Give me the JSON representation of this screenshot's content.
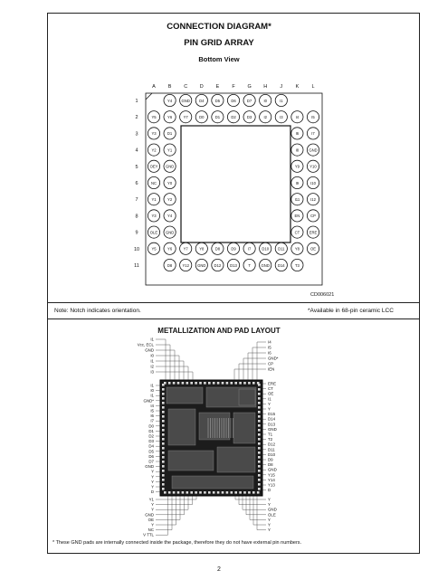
{
  "header": {
    "title": "CONNECTION DIAGRAM*",
    "subtitle": "PIN GRID ARRAY",
    "view": "Bottom View"
  },
  "grid": {
    "columns": [
      "A",
      "B",
      "C",
      "D",
      "E",
      "F",
      "G",
      "H",
      "J",
      "K",
      "L"
    ],
    "rows": [
      "1",
      "2",
      "3",
      "4",
      "5",
      "6",
      "7",
      "8",
      "9",
      "10",
      "11"
    ],
    "row1": [
      "Y4",
      "GND",
      "D4",
      "D5",
      "D6",
      "D7",
      "I0",
      "I1"
    ],
    "row2": [
      "Y5",
      "Y6",
      "Y7",
      "D0",
      "D1",
      "D2",
      "D3",
      "I2",
      "I3",
      "I4",
      "I5"
    ],
    "row3": [
      "Y3",
      "D1"
    ],
    "row4": [
      "Y2",
      "Y1"
    ],
    "row5": [
      "OEY",
      "GND"
    ],
    "row6": [
      "NC",
      "Y0"
    ],
    "row7": [
      "Y1",
      "Y2"
    ],
    "row8": [
      "Y3",
      "Y4"
    ],
    "row9": [
      "OLE",
      "GND"
    ],
    "row10": [
      "Y5",
      "Y6",
      "Y7",
      "Y8",
      "D8",
      "D9",
      "I7",
      "D10",
      "D11",
      "Y8",
      "OE"
    ],
    "row11": [
      "D8",
      "Y12",
      "GND",
      "D12",
      "D13",
      "T",
      "GND",
      "D14",
      "T3"
    ],
    "right3": [
      "I6",
      "I7"
    ],
    "right4": [
      "I8",
      "GND"
    ],
    "right5": [
      "Y9",
      "Y10"
    ],
    "right6": [
      "I9",
      "I10"
    ],
    "right7": [
      "I11",
      "I12"
    ],
    "right8": [
      "EN",
      "CP"
    ],
    "right9": [
      "CT",
      "ERE"
    ],
    "diagram_code": "CD006021"
  },
  "notes": {
    "notch": "Note: Notch indicates orientation.",
    "available": "*Available in 68-pin ceramic LCC"
  },
  "metallization": {
    "title": "METALLIZATION AND PAD LAYOUT",
    "top_left_labels": [
      "I1",
      "Vcc, ECL",
      "GND",
      "I0",
      "I1",
      "I2",
      "I3"
    ],
    "top_right_labels": [
      "I4",
      "I5",
      "I6",
      "GND*",
      "CP",
      "IEN"
    ],
    "left_labels": [
      "I1",
      "I0",
      "I1",
      "GND*",
      "I4",
      "I5",
      "I6",
      "I7",
      "D0",
      "D1",
      "D2",
      "D3",
      "D4",
      "D5",
      "D6",
      "D7",
      "GND",
      "Y",
      "Y",
      "Y",
      "Y",
      "D"
    ],
    "right_labels": [
      "ERE",
      "CT",
      "OE",
      "I1",
      "Y",
      "Y",
      "D15",
      "D14",
      "D13",
      "GND",
      "T1",
      "T2",
      "D12",
      "D11",
      "D10",
      "D9",
      "D8",
      "GND",
      "Y15",
      "Y14",
      "Y13",
      "D"
    ],
    "bottom_left_labels": [
      "Y1",
      "Y",
      "Y",
      "GND",
      "OE",
      "Y",
      "NC",
      "V TTL"
    ],
    "bottom_right_labels": [
      "Y",
      "Y",
      "GND",
      "OLE",
      "Y",
      "Y",
      "Y"
    ]
  },
  "footnote": "* These GND pads are internally connected inside the package, therefore they do not have external pin numbers.",
  "page_number": "2"
}
